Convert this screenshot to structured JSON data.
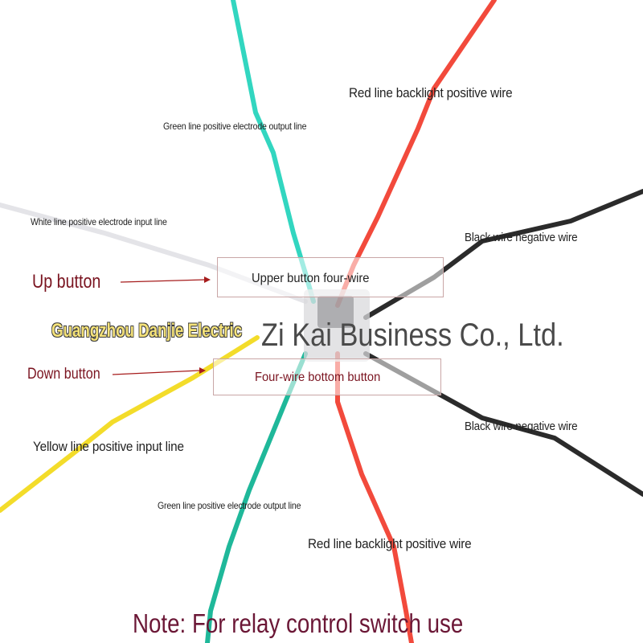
{
  "labels": {
    "red_top": "Red line backlight positive wire",
    "green_top": "Green line positive electrode output line",
    "white_input": "White line positive electrode input line",
    "black_top": "Black wire negative wire",
    "up_button": "Up button",
    "upper_box": "Upper button four-wire",
    "brand_left": "Guangzhou Danjie Electric",
    "brand_right": "Zi Kai Business Co., Ltd.",
    "down_button": "Down button",
    "bottom_box": "Four-wire bottom button",
    "black_bottom": "Black wire negative wire",
    "yellow_input": "Yellow line positive input line",
    "green_bottom": "Green line positive electrode output line",
    "red_bottom": "Red line backlight positive wire",
    "note": "Note: For relay control switch use"
  },
  "colors": {
    "red_wire": "#f24a3c",
    "green_wire": "#32d6c0",
    "green_wire_lower": "#1fb89a",
    "white_wire": "#e6e6ea",
    "black_wire": "#2b2b2b",
    "yellow_wire": "#f3dc2a",
    "arrow": "#a61c1c",
    "accent_dark_red": "#7a1420"
  }
}
